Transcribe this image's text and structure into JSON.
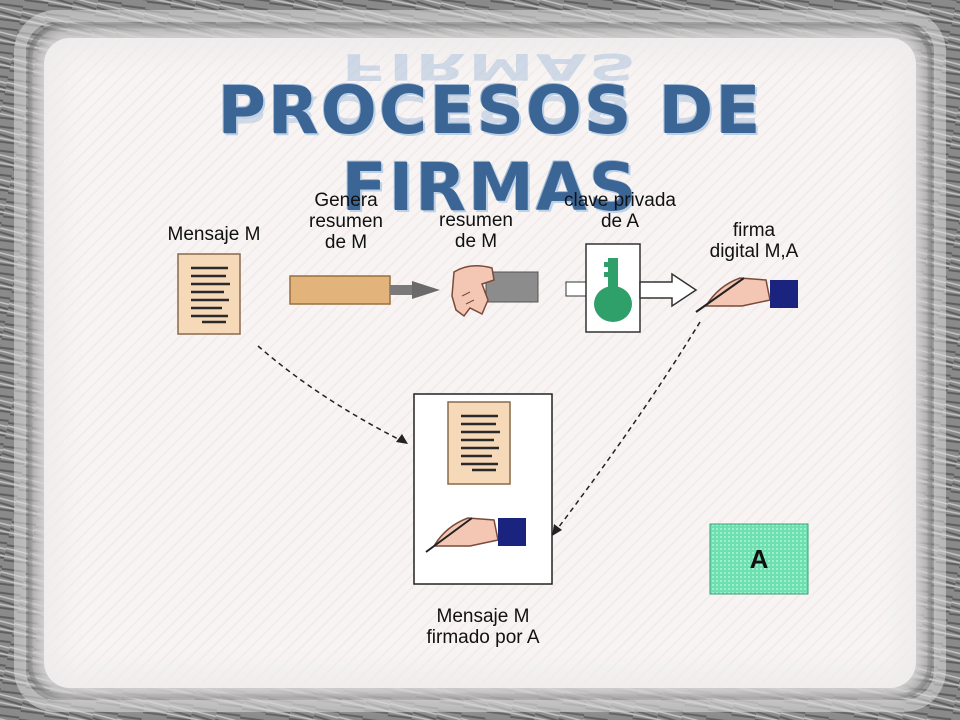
{
  "slide": {
    "title": "PROCESOS DE FIRMAS"
  },
  "labels": {
    "mensaje": "Mensaje M",
    "genera_1": "Genera",
    "genera_2": "resumen",
    "genera_3": "de M",
    "resumen_1": "resumen",
    "resumen_2": "de M",
    "clave_1": "clave privada",
    "clave_2": "de A",
    "firma_1": "firma",
    "firma_2": "digital M,A",
    "firmado_1": "Mensaje M",
    "firmado_2": "firmado por A",
    "key_letter": "A"
  },
  "colors": {
    "title": "#3a6595",
    "document": "#f5d9b8",
    "arrow_bar": "#e2b37a",
    "summary_bar": "#8c8c8c",
    "key": "#2fa06a",
    "cuff": "#1a237e",
    "key_box": "#6ee0b0"
  }
}
